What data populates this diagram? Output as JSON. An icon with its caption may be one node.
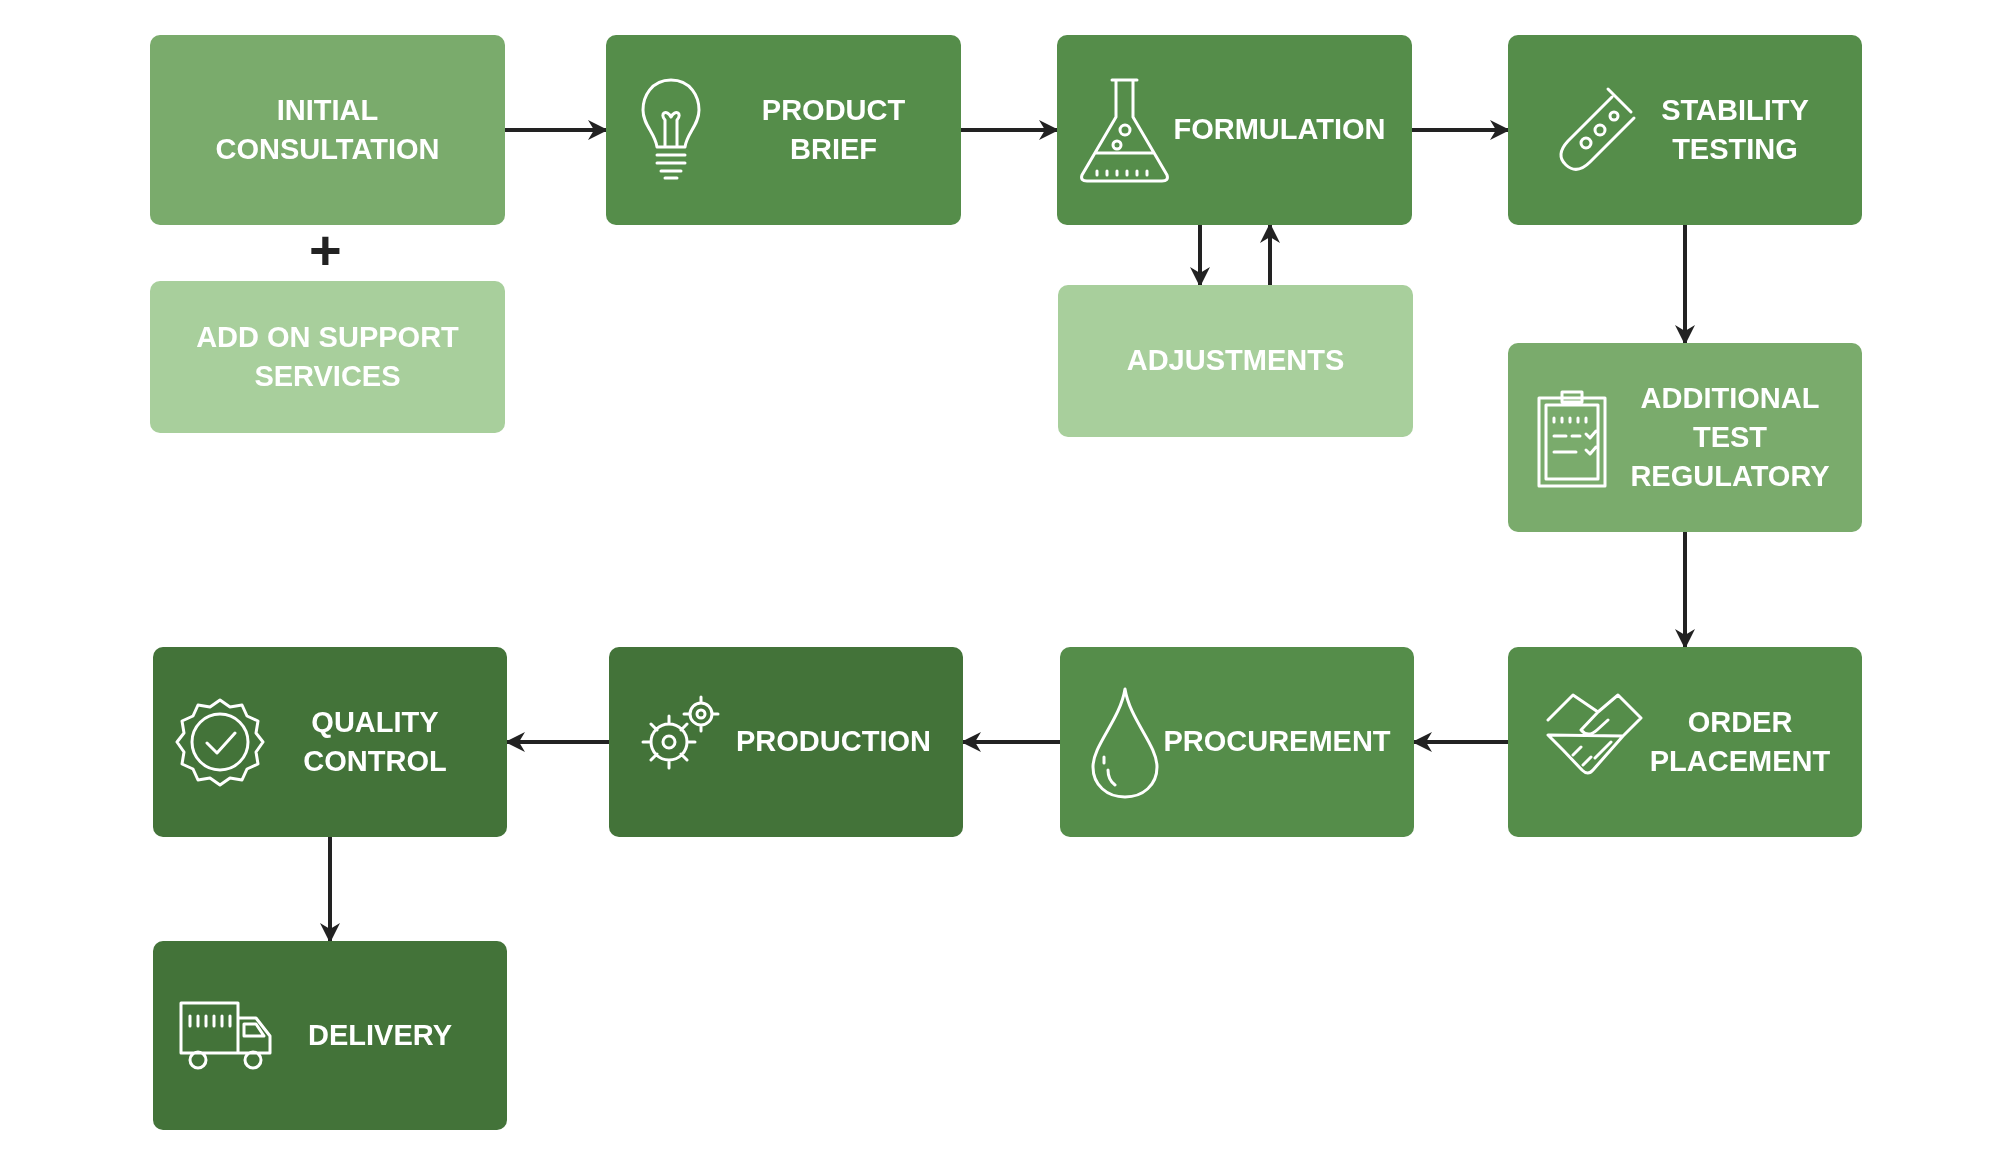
{
  "diagram": {
    "nodes": [
      {
        "text": [
          "INITIAL CONSULTATION"
        ]
      },
      {
        "text": [
          "PRODUCT BRIEF"
        ]
      },
      {
        "text": [
          "FORMULATION"
        ]
      },
      {
        "text": [
          "STABILITY TESTING"
        ]
      },
      {
        "text": [
          "ADD ON SUPPORT SERVICES"
        ]
      },
      {
        "text": [
          "ADJUSTMENTS"
        ]
      },
      {
        "text": [
          "ADDITIONAL TEST REGULATORY"
        ]
      },
      {
        "text": [
          "ORDER PLACEMENT"
        ]
      },
      {
        "text": [
          "PROCUREMENT"
        ]
      },
      {
        "text": [
          "PRODUCTION"
        ]
      },
      {
        "text": [
          "QUALITY CONTROL"
        ]
      },
      {
        "text": [
          "DELIVERY"
        ]
      }
    ],
    "edges": [
      {
        "from": 0,
        "to": 1,
        "arrow": "to"
      },
      {
        "from": 1,
        "to": 2,
        "arrow": "to"
      },
      {
        "from": 2,
        "to": 3,
        "arrow": "to"
      },
      {
        "from": 2,
        "to": 5,
        "arrow": "to"
      },
      {
        "from": 5,
        "to": 2,
        "arrow": "to"
      },
      {
        "from": 3,
        "to": 6,
        "arrow": "to"
      },
      {
        "from": 6,
        "to": 7,
        "arrow": "to"
      },
      {
        "from": 7,
        "to": 8,
        "arrow": "to"
      },
      {
        "from": 8,
        "to": 9,
        "arrow": "to"
      },
      {
        "from": 9,
        "to": 10,
        "arrow": "to"
      },
      {
        "from": 10,
        "to": 11,
        "arrow": "to"
      }
    ],
    "labels": [
      "+"
    ]
  }
}
